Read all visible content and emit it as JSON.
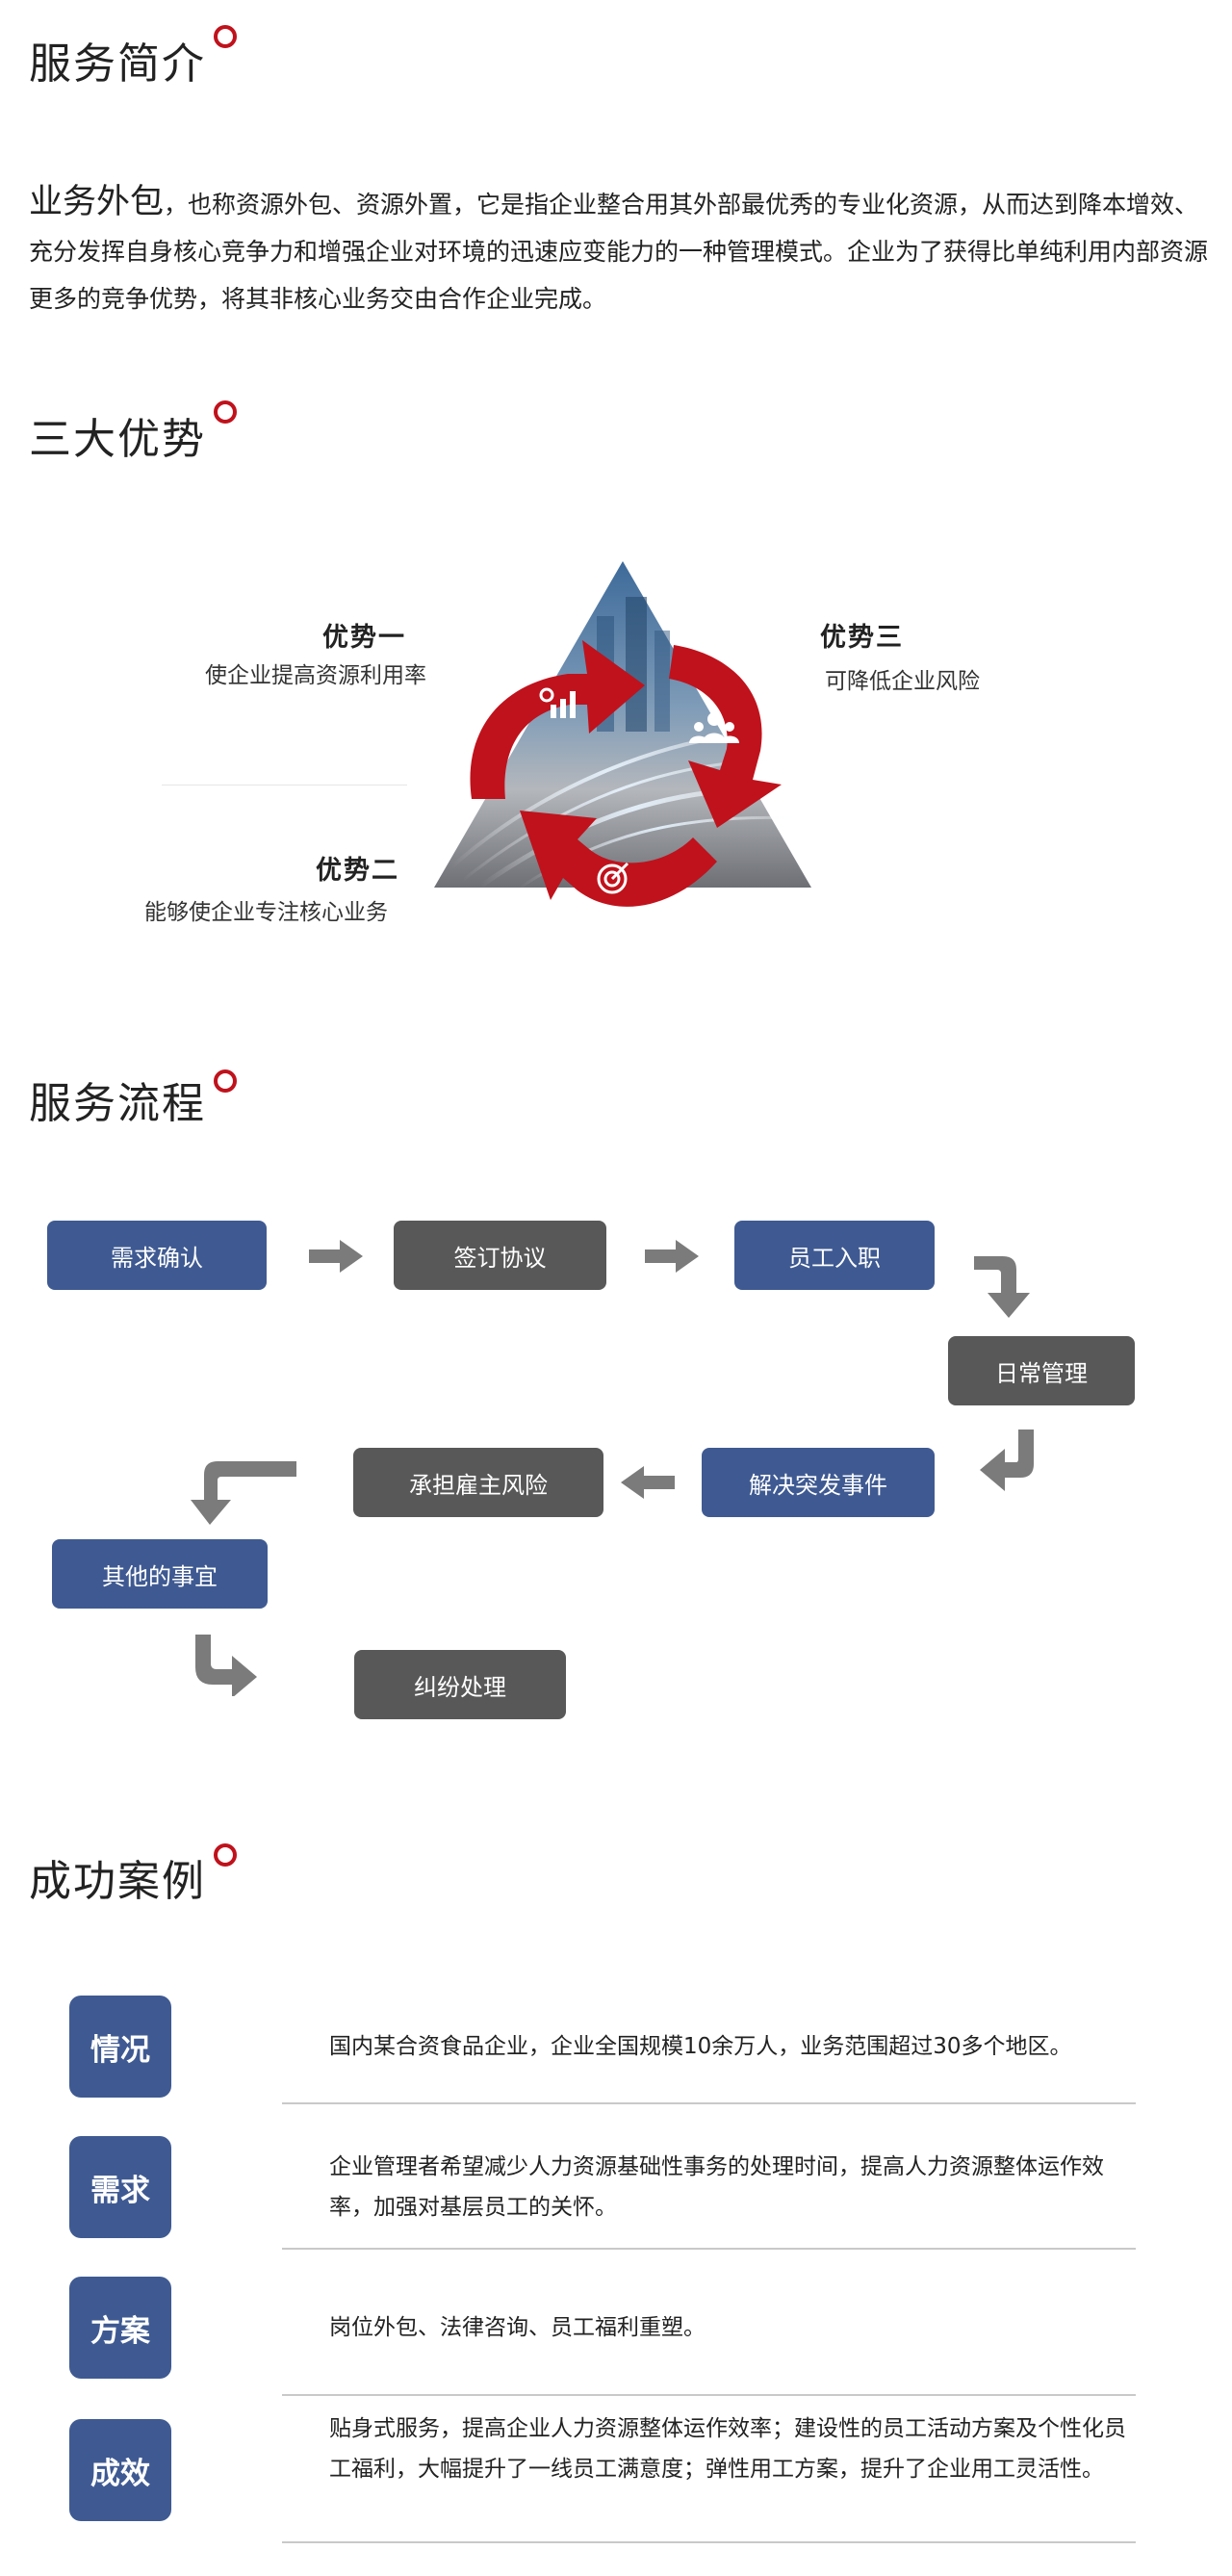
{
  "sections": {
    "intro": "服务简介",
    "advantages": "三大优势",
    "process": "服务流程",
    "cases": "成功案例"
  },
  "intro": {
    "lead": "业务外包",
    "body": "，也称资源外包、资源外置，它是指企业整合用其外部最优秀的专业化资源，从而达到降本增效、充分发挥自身核心竞争力和增强企业对环境的迅速应变能力的一种管理模式。企业为了获得比单纯利用内部资源更多的竞争优势，将其非核心业务交由合作企业完成。"
  },
  "advantages": [
    {
      "name": "优势一",
      "desc": "使企业提高资源利用率"
    },
    {
      "name": "优势二",
      "desc": "能够使企业专注核心业务"
    },
    {
      "name": "优势三",
      "desc": "可降低企业风险"
    }
  ],
  "icons": [
    "chart-gear-icon",
    "people-group-icon",
    "target-icon"
  ],
  "colors": {
    "accent": "#c0121c",
    "step_blue": "#3f5a92",
    "step_dark": "#585858",
    "arrow_gray": "#7b7b7b"
  },
  "process": {
    "steps": [
      "需求确认",
      "签订协议",
      "员工入职",
      "日常管理",
      "解决突发事件",
      "承担雇主风险",
      "其他的事宜",
      "纠纷处理"
    ]
  },
  "cases": [
    {
      "label": "情况",
      "text": "国内某合资食品企业，企业全国规模10余万人，业务范围超过30多个地区。"
    },
    {
      "label": "需求",
      "text": "企业管理者希望减少人力资源基础性事务的处理时间，提高人力资源整体运作效率，加强对基层员工的关怀。"
    },
    {
      "label": "方案",
      "text": "岗位外包、法律咨询、员工福利重塑。"
    },
    {
      "label": "成效",
      "text": "贴身式服务，提高企业人力资源整体运作效率；建设性的员工活动方案及个性化员工福利，大幅提升了一线员工满意度；弹性用工方案，提升了企业用工灵活性。"
    }
  ]
}
